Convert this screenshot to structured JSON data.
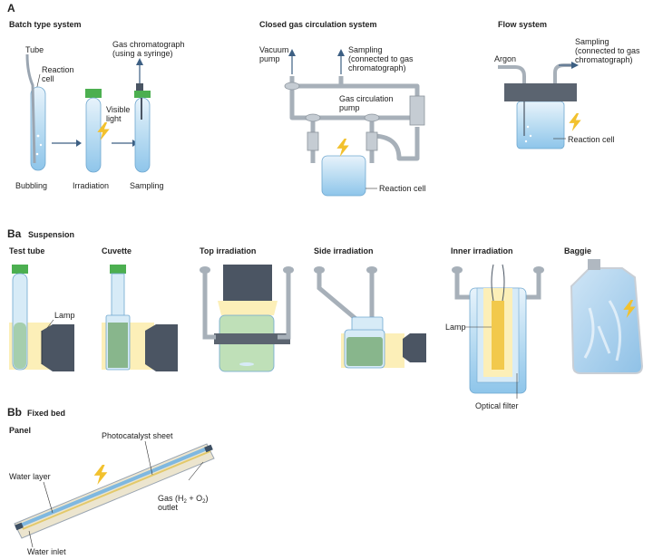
{
  "section_a": {
    "letter": "A",
    "batch": {
      "title": "Batch type system",
      "tube": "Tube",
      "reaction_cell_1": "Reaction",
      "reaction_cell_2": "cell",
      "gc_1": "Gas chromatograph",
      "gc_2": "(using a syringe)",
      "visible_1": "Visible",
      "visible_2": "light",
      "bubbling": "Bubbling",
      "irradiation": "Irradiation",
      "sampling": "Sampling"
    },
    "closed": {
      "title": "Closed gas circulation system",
      "vacuum_1": "Vacuum",
      "vacuum_2": "pump",
      "sampling_1": "Sampling",
      "sampling_2": "(connected to gas",
      "sampling_3": "chromatograph)",
      "gascirc_1": "Gas circulation",
      "gascirc_2": "pump",
      "reaction_cell": "Reaction cell"
    },
    "flow": {
      "title": "Flow system",
      "argon": "Argon",
      "sampling_1": "Sampling",
      "sampling_2": "(connected to gas",
      "sampling_3": "chromatograph)",
      "reaction_cell": "Reaction cell"
    }
  },
  "section_ba": {
    "letter": "Ba",
    "name": "Suspension",
    "test_tube": "Test tube",
    "lamp": "Lamp",
    "cuvette": "Cuvette",
    "top_irradiation": "Top irradiation",
    "side_irradiation": "Side irradiation",
    "inner_irradiation": "Inner irradiation",
    "inner_lamp": "Lamp",
    "optical_filter": "Optical filter",
    "baggie": "Baggie"
  },
  "section_bb": {
    "letter": "Bb",
    "name": "Fixed bed",
    "panel": "Panel",
    "photocatalyst_sheet": "Photocatalyst sheet",
    "water_layer": "Water layer",
    "gas_prefix": "Gas (H",
    "gas_sub1": "2",
    "gas_mid": " + O",
    "gas_sub2": "2",
    "gas_suffix": ")",
    "outlet": "outlet",
    "water_inlet": "Water inlet"
  },
  "colors": {
    "liquid_blue": "#a9d4ef",
    "glass": "#d7ebf7",
    "gray": "#9aa5b1",
    "green": "#4caf50",
    "lamp_dark": "#4b5563",
    "yellow": "#fcefb8",
    "bolt": "#f2c12e"
  }
}
